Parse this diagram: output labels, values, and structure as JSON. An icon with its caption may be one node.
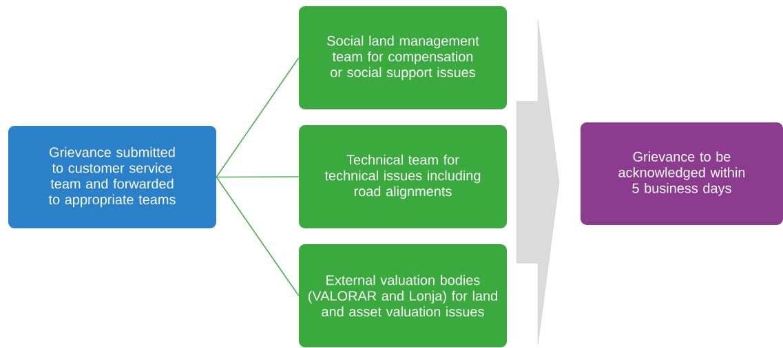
{
  "diagram": {
    "nodes": [
      {
        "text": [
          "Grievance submitted to customer service team and forwarded to appropriate teams"
        ]
      },
      {
        "text": [
          "Social land management team for compensation or social support issues"
        ]
      },
      {
        "text": [
          "Technical team for technical issues including road alignments"
        ]
      },
      {
        "text": [
          "External valuation bodies (VALORAR and Lonja) for land and asset valuation issues"
        ]
      },
      {
        "text": [
          "Grievance to be acknowledged within  5 business days"
        ]
      }
    ],
    "edges": [
      {
        "from": 0,
        "to": 1,
        "arrow": "none"
      },
      {
        "from": 0,
        "to": 2,
        "arrow": "none"
      },
      {
        "from": 0,
        "to": 3,
        "arrow": "none"
      },
      {
        "from": 1,
        "to": 4,
        "arrow": "to"
      },
      {
        "from": 2,
        "to": 4,
        "arrow": "to"
      },
      {
        "from": 3,
        "to": 4,
        "arrow": "to"
      }
    ]
  }
}
